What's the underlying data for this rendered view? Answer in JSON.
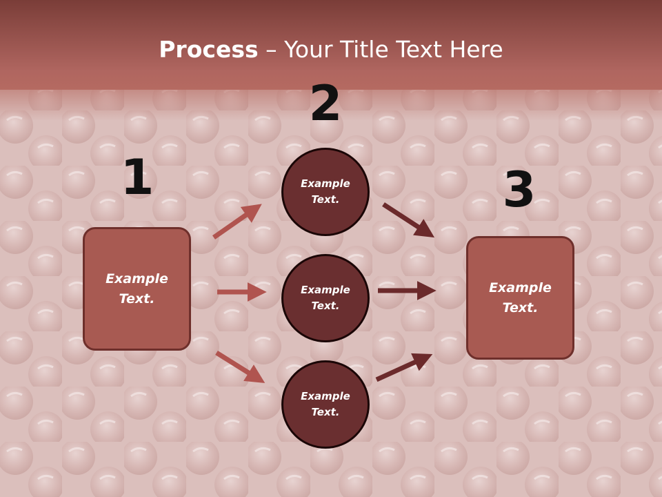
{
  "title": {
    "bold": "Process",
    "rest": " – Your Title Text Here"
  },
  "steps": [
    {
      "number": "1",
      "text_line1": "Example",
      "text_line2": "Text."
    },
    {
      "number": "2"
    },
    {
      "number": "3",
      "text_line1": "Example",
      "text_line2": "Text."
    }
  ],
  "circles": [
    {
      "line1": "Example",
      "line2": "Text."
    },
    {
      "line1": "Example",
      "line2": "Text."
    },
    {
      "line1": "Example",
      "line2": "Text."
    }
  ],
  "colors": {
    "header_dark": "#7a3d38",
    "header_light": "#b56a61",
    "box_fill": "#a85a52",
    "circle_fill": "#6a2f30",
    "arrow_in": "#b0544f",
    "arrow_out": "#6b2a2b"
  }
}
